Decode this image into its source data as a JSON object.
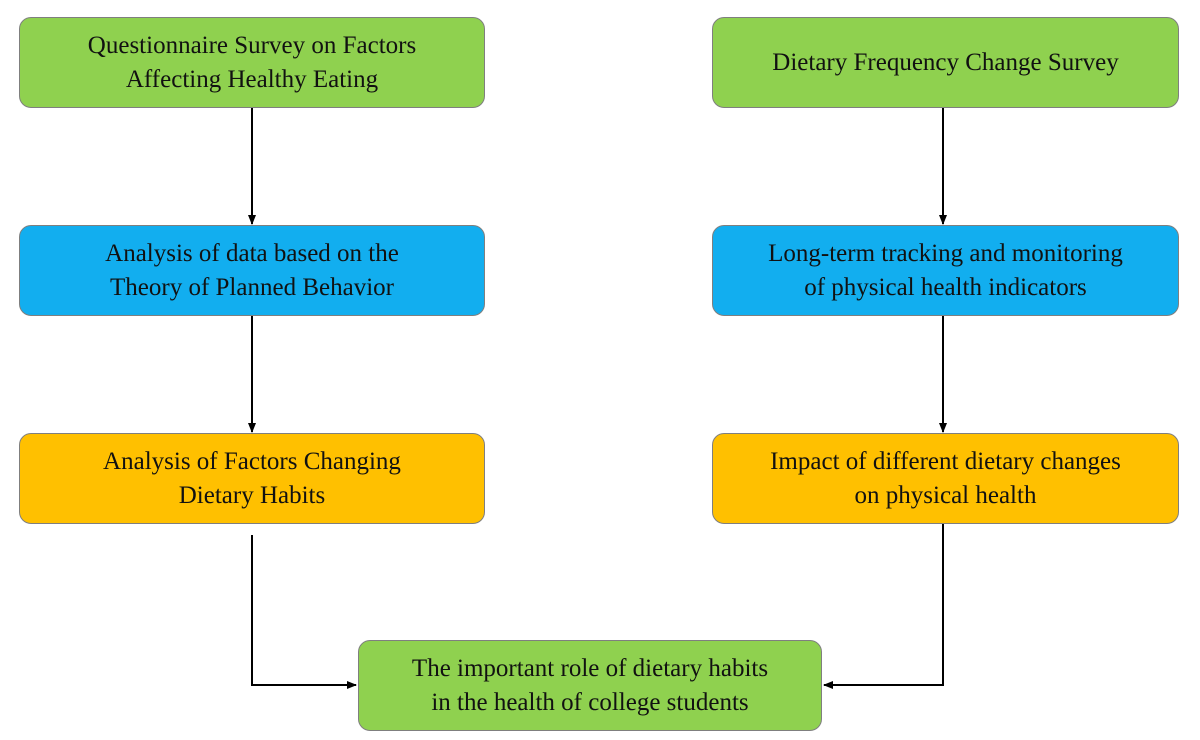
{
  "flowchart": {
    "left_column": [
      {
        "id": "questionnaire",
        "text": "Questionnaire Survey on Factors\nAffecting Healthy Eating",
        "color": "#8fd14f"
      },
      {
        "id": "tpb-analysis",
        "text": "Analysis  of data based on the\nTheory of Planned Behavior",
        "color": "#12aeef"
      },
      {
        "id": "factors-analysis",
        "text": "Analysis  of Factors Changing\nDietary Habits",
        "color": "#ffc000"
      }
    ],
    "right_column": [
      {
        "id": "frequency-survey",
        "text": "Dietary Frequency  Change Survey",
        "color": "#8fd14f"
      },
      {
        "id": "tracking",
        "text": "Long-term tracking and monitoring\nof physical  health indicators",
        "color": "#12aeef"
      },
      {
        "id": "impact",
        "text": "Impact of different dietary changes\non physical health",
        "color": "#ffc000"
      }
    ],
    "conclusion": {
      "id": "conclusion",
      "text": "The important role of dietary habits\nin the health of college students",
      "color": "#8fd14f"
    },
    "edges": [
      {
        "from": "questionnaire",
        "to": "tpb-analysis"
      },
      {
        "from": "tpb-analysis",
        "to": "factors-analysis"
      },
      {
        "from": "frequency-survey",
        "to": "tracking"
      },
      {
        "from": "tracking",
        "to": "impact"
      },
      {
        "from": "factors-analysis",
        "to": "conclusion"
      },
      {
        "from": "impact",
        "to": "conclusion"
      }
    ]
  }
}
